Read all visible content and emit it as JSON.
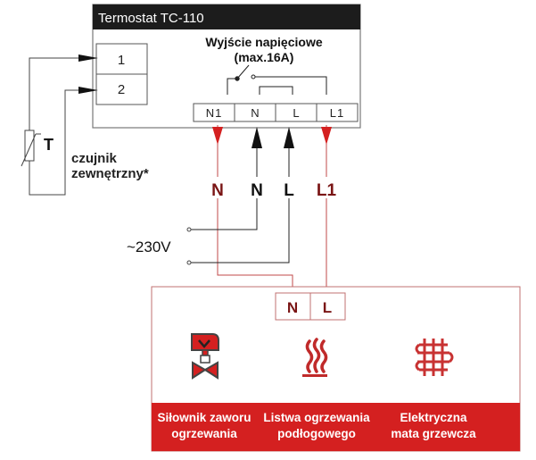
{
  "thermostat": {
    "title": "Termostat TC-110",
    "output_label_line1": "Wyjście napięciowe",
    "output_label_line2": "(max.16A)",
    "sensor_terminals": [
      "1",
      "2"
    ],
    "output_terminals": [
      "N1",
      "N",
      "L",
      "L1"
    ]
  },
  "sensor": {
    "symbol": "T",
    "label_line1": "czujnik",
    "label_line2": "zewnętrzny*"
  },
  "wires": {
    "labels": [
      "N",
      "N",
      "L",
      "L1"
    ],
    "supply_label": "~230V"
  },
  "load": {
    "terminals": [
      "N",
      "L"
    ],
    "devices": [
      {
        "icon": "valve-actuator-icon",
        "label_line1": "Siłownik zaworu",
        "label_line2": "ogrzewania"
      },
      {
        "icon": "floor-heating-icon",
        "label_line1": "Listwa ogrzewania",
        "label_line2": "podłogowego"
      },
      {
        "icon": "heating-mat-icon",
        "label_line1": "Elektryczna",
        "label_line2": "mata grzewcza"
      }
    ]
  },
  "colors": {
    "red": "#d42020",
    "dark_red": "#7a1515",
    "wire_red": "#c04a4a",
    "black": "#1a1a1a",
    "box_border": "#777777",
    "title_bar": "#1c1c1c",
    "load_border": "#c07070"
  }
}
